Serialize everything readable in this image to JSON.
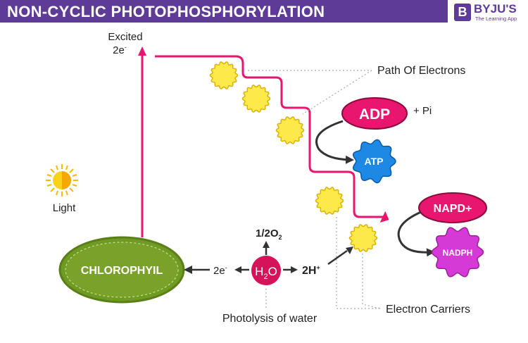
{
  "header": {
    "title": "NON-CYCLIC PHOTOPHOSPHORYLATION",
    "logo_text": "BYJU'S",
    "logo_subtitle": "The Learning App",
    "logo_badge": "B"
  },
  "labels": {
    "excited": "Excited",
    "excited_electrons": "2e",
    "electron_sup": "-",
    "light": "Light",
    "path_of_electrons": "Path Of Electrons",
    "adp": "ADP",
    "pi": "+ Pi",
    "atp": "ATP",
    "napd": "NAPD+",
    "nadph": "NADPH",
    "chlorophyll": "CHLOROPHYIL",
    "h2o_h": "H",
    "h2o_sub": "2",
    "h2o_o": "O",
    "half_o2": "1/2O",
    "half_o2_sub": "2",
    "left_electrons": "2e",
    "protons": "2H",
    "proton_sup": "+",
    "photolysis": "Photolysis of water",
    "electron_carriers": "Electron Carriers"
  },
  "colors": {
    "header_bg": "#5d3b96",
    "electron_path": "#e8166e",
    "carrier": "#fde94a",
    "adp": "#e8166e",
    "atp": "#1e88e5",
    "napd": "#e8166e",
    "nadph": "#d63ad6",
    "chlorophyll": "#7aa22a",
    "water": "#d6135a",
    "sun": "#f9c50a"
  },
  "icons": {
    "light": "sun-icon",
    "carrier": "electron-carrier-icon"
  }
}
